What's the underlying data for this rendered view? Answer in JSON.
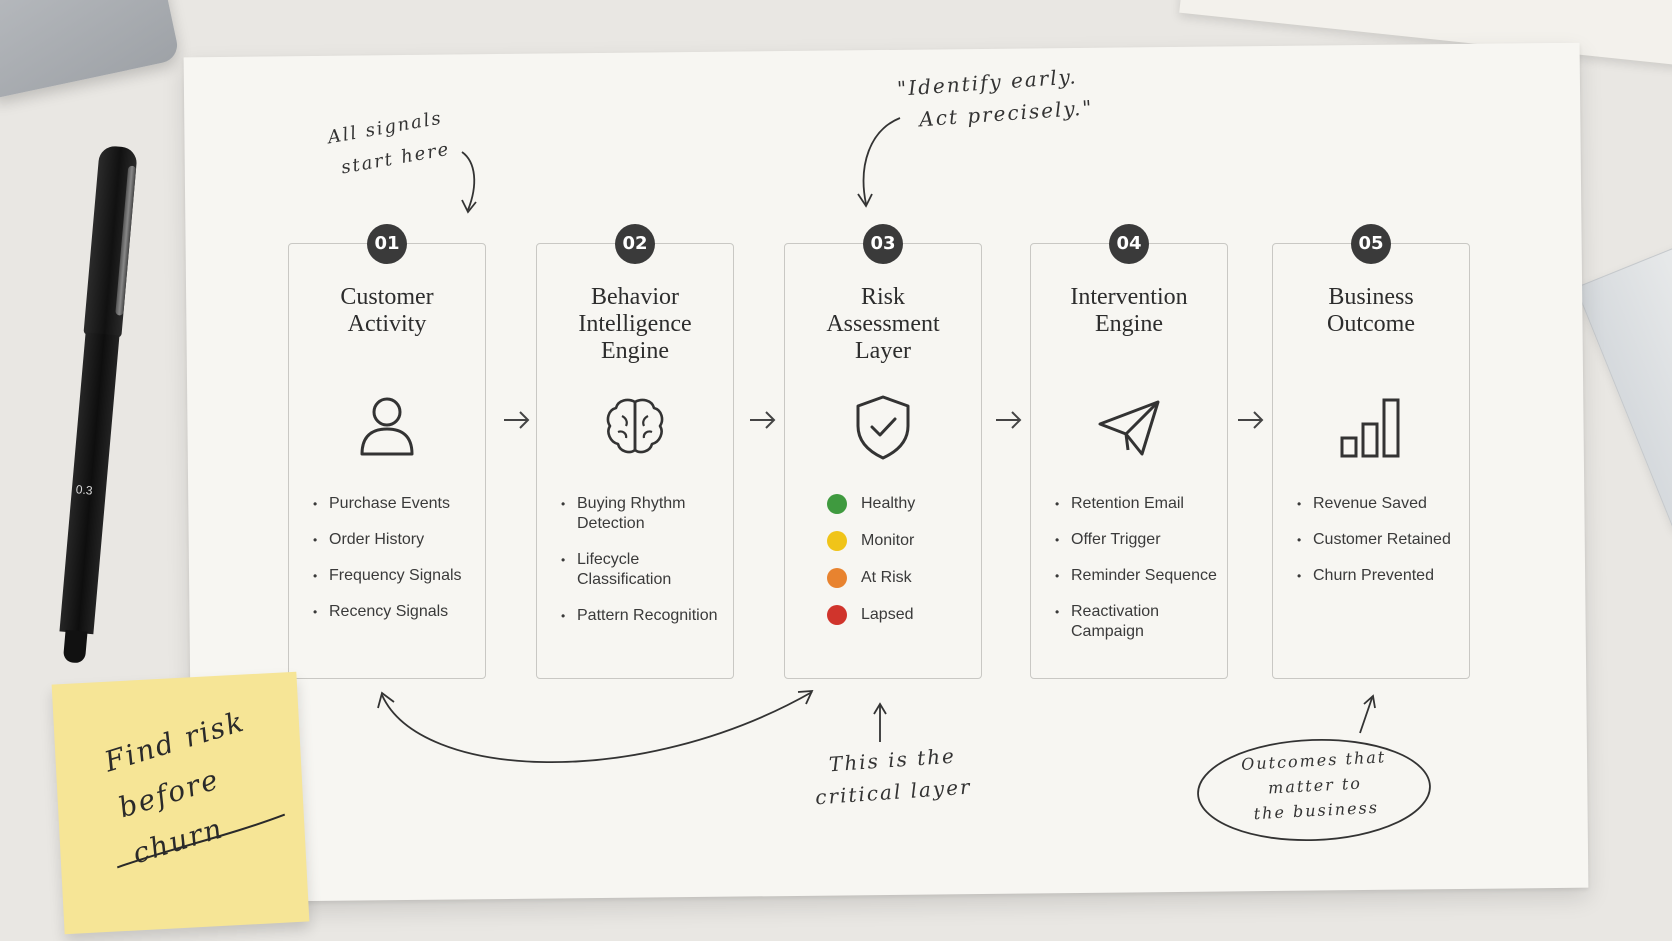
{
  "notes": {
    "signals_line1": "All signals",
    "signals_line2": "start here",
    "quote_line1": "\"Identify early.",
    "quote_line2": "Act precisely.\"",
    "critical_line1": "This is the",
    "critical_line2": "critical layer",
    "outcomes_line1": "Outcomes that",
    "outcomes_line2": "matter to",
    "outcomes_line3": "the business"
  },
  "sticky": {
    "line1": "Find risk",
    "line2": "before churn"
  },
  "pen": {
    "label": "0.3"
  },
  "steps": [
    {
      "number": "01",
      "title_lines": [
        "Customer",
        "Activity"
      ],
      "icon": "user-icon",
      "items": [
        "Purchase Events",
        "Order History",
        "Frequency Signals",
        "Recency Signals"
      ]
    },
    {
      "number": "02",
      "title_lines": [
        "Behavior",
        "Intelligence",
        "Engine"
      ],
      "icon": "brain-icon",
      "items": [
        "Buying Rhythm Detection",
        "Lifecycle Classification",
        "Pattern Recognition"
      ]
    },
    {
      "number": "03",
      "title_lines": [
        "Risk",
        "Assessment",
        "Layer"
      ],
      "icon": "shield-check-icon",
      "statuses": [
        {
          "label": "Healthy",
          "color": "#3f9a3f"
        },
        {
          "label": "Monitor",
          "color": "#f0c419"
        },
        {
          "label": "At Risk",
          "color": "#e8832f"
        },
        {
          "label": "Lapsed",
          "color": "#d0342c"
        }
      ]
    },
    {
      "number": "04",
      "title_lines": [
        "Intervention",
        "Engine"
      ],
      "icon": "paper-plane-icon",
      "items": [
        "Retention Email",
        "Offer Trigger",
        "Reminder Sequence",
        "Reactivation Campaign"
      ]
    },
    {
      "number": "05",
      "title_lines": [
        "Business",
        "Outcome"
      ],
      "icon": "bar-chart-icon",
      "items": [
        "Revenue Saved",
        "Customer Retained",
        "Churn Prevented"
      ]
    }
  ]
}
